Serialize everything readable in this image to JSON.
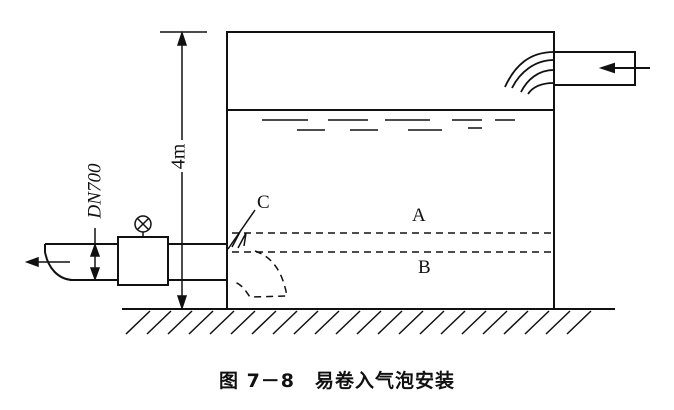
{
  "labels": {
    "height_dimension": "4m",
    "pipe_diameter": "DN700",
    "point_a": "A",
    "point_b": "B",
    "point_c": "C"
  },
  "caption": "图 7－8　易卷入气泡安装",
  "colors": {
    "line": "#111111",
    "background": "#ffffff"
  }
}
